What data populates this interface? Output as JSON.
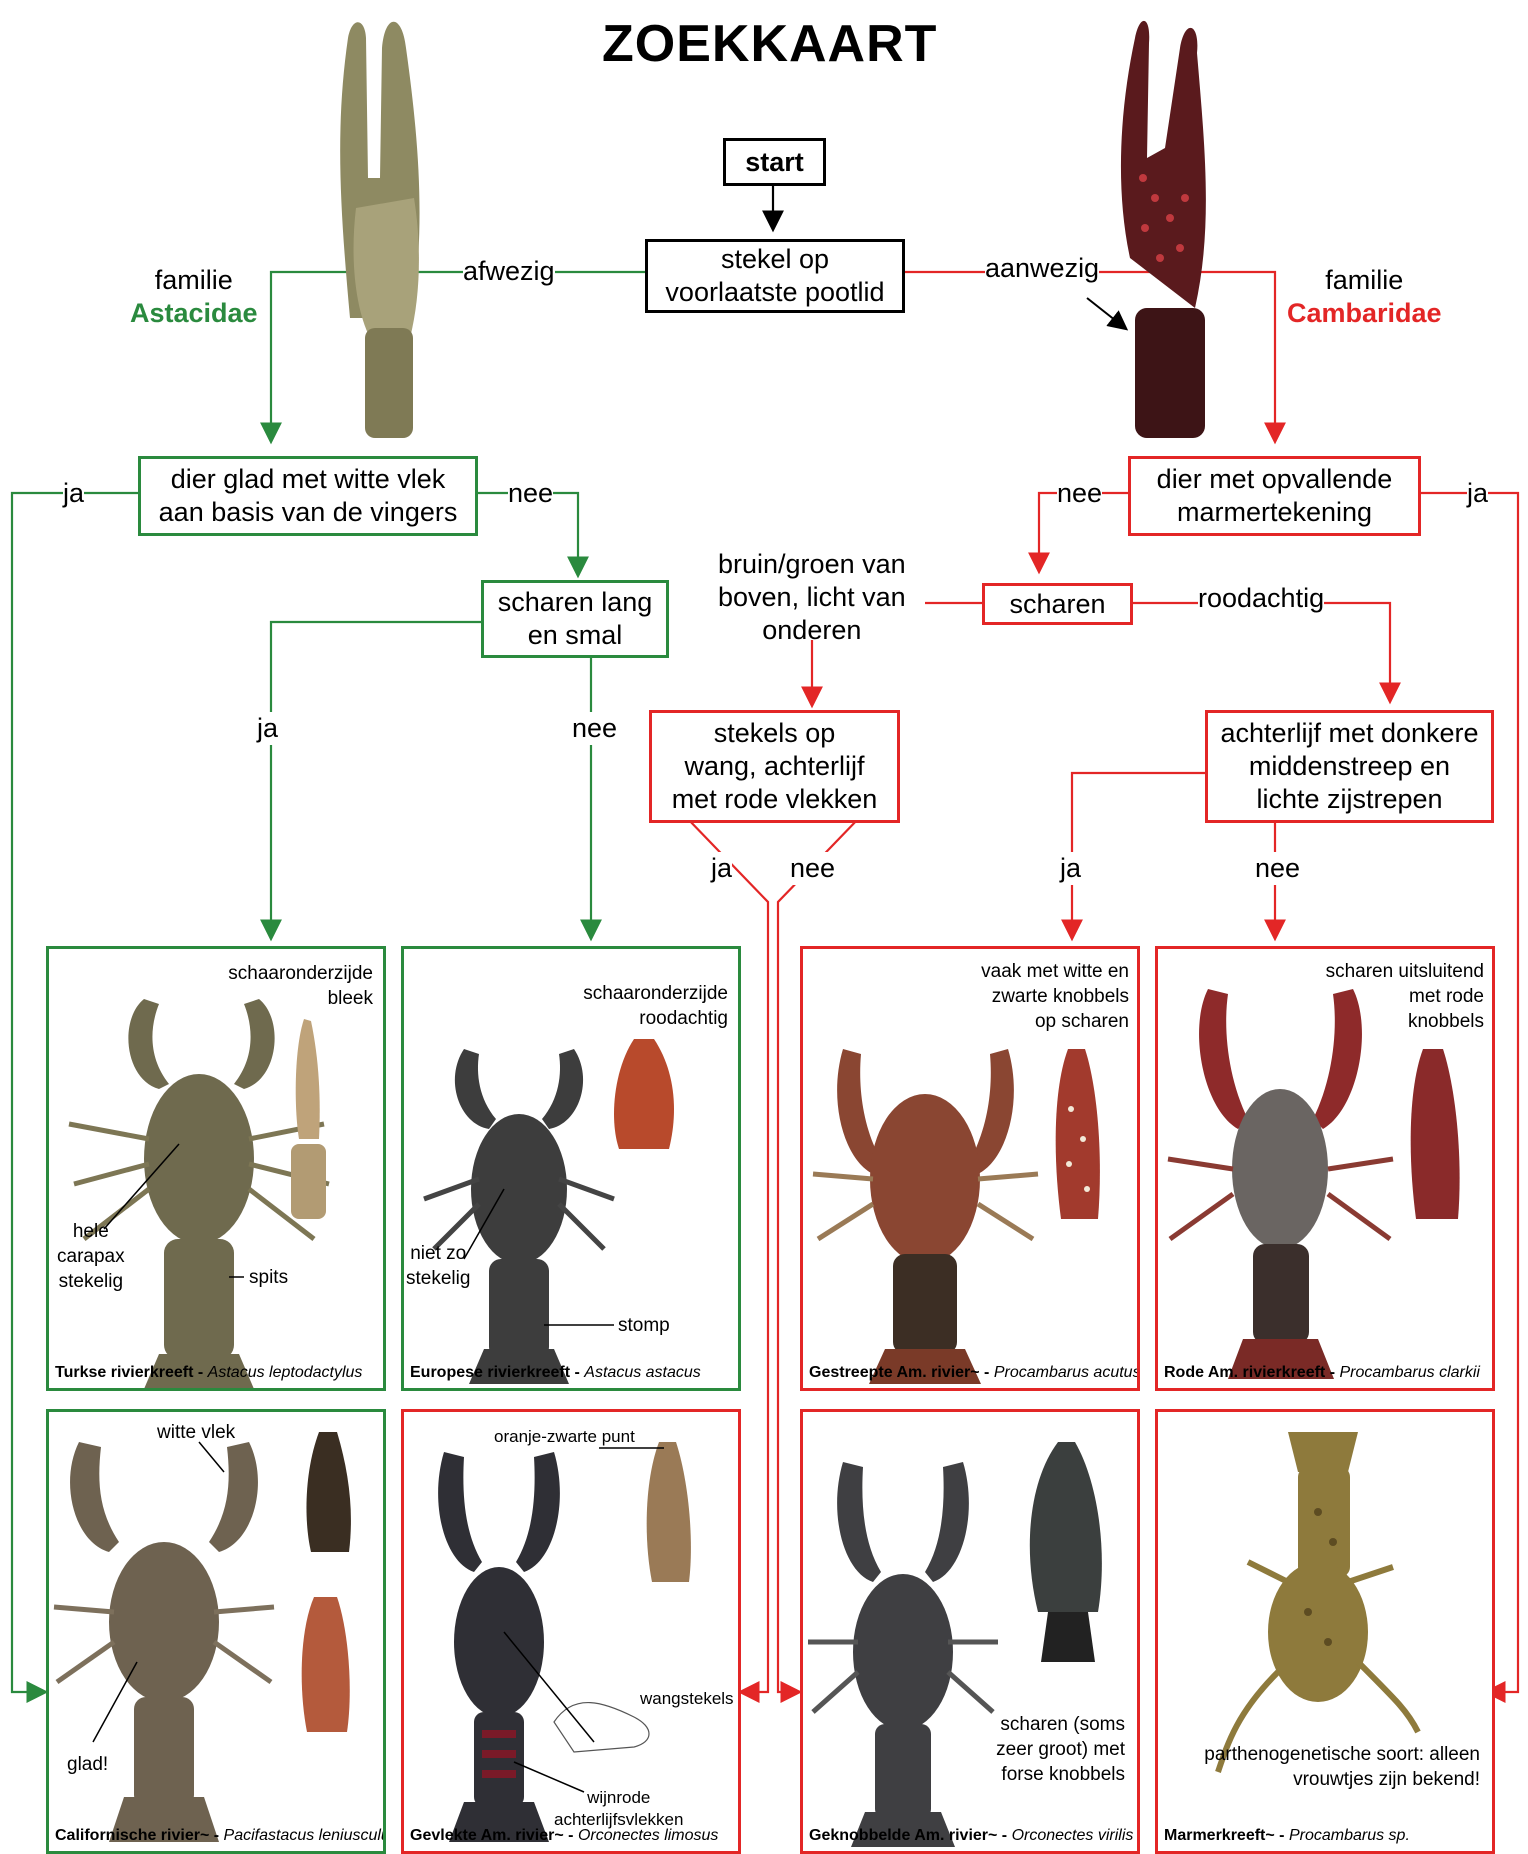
{
  "title": "ZOEKKAART",
  "start": {
    "label": "start",
    "question": [
      "stekel op",
      "voorlaatste pootlid"
    ]
  },
  "branch": {
    "absent": "afwezig",
    "present": "aanwezig"
  },
  "family_left": {
    "word": "familie",
    "name": "Astacidae"
  },
  "family_right": {
    "word": "familie",
    "name": "Cambaridae"
  },
  "q_left1": {
    "lines": [
      "dier glad met witte vlek",
      "aan basis van de vingers"
    ],
    "yes": "ja",
    "no": "nee"
  },
  "q_left2": {
    "lines": [
      "scharen lang",
      "en smal"
    ],
    "yes": "ja",
    "no": "nee"
  },
  "q_right1": {
    "lines": [
      "dier met opvallende",
      "marmertekening"
    ],
    "yes": "ja",
    "no": "nee"
  },
  "q_right2": {
    "label": "scharen",
    "option_left": [
      "bruin/groen van",
      "boven, licht van",
      "onderen"
    ],
    "option_right": "roodachtig"
  },
  "q_right3": {
    "lines": [
      "stekels op",
      "wang, achterlijf",
      "met rode vlekken"
    ],
    "yes": "ja",
    "no": "nee"
  },
  "q_right4": {
    "lines": [
      "achterlijf met donkere",
      "middenstreep en",
      "lichte zijstrepen"
    ],
    "yes": "ja",
    "no": "nee"
  },
  "panels": {
    "turkse": {
      "caption_common": "Turkse rivierkreeft",
      "caption_latin": "Astacus leptodactylus",
      "notes": {
        "claw_under": [
          "schaaronderzijde",
          "bleek"
        ],
        "carapax": [
          "hele",
          "carapax",
          "stekelig"
        ],
        "tip": "spits"
      }
    },
    "europese": {
      "caption_common": "Europese rivierkreeft",
      "caption_latin": "Astacus astacus",
      "notes": {
        "claw_under": [
          "schaaronderzijde",
          "roodachtig"
        ],
        "carapax": [
          "niet zo",
          "stekelig"
        ],
        "tip": "stomp"
      }
    },
    "gestreepte": {
      "caption_common": "Gestreepte Am. rivier~",
      "caption_latin": "Procambarus acutus",
      "notes": {
        "claw": [
          "vaak met witte en",
          "zwarte knobbels",
          "op scharen"
        ]
      }
    },
    "rode": {
      "caption_common": "Rode Am. rivierkreeft",
      "caption_latin": "Procambarus clarkii",
      "notes": {
        "claw": [
          "scharen uitsluitend",
          "met rode",
          "knobbels"
        ]
      }
    },
    "californische": {
      "caption_common": "Californische rivier~",
      "caption_latin": "Pacifastacus leniusculus",
      "notes": {
        "spot": "witte vlek",
        "smooth": "glad!"
      }
    },
    "gevlekte": {
      "caption_common": "Gevlekte Am. rivier~",
      "caption_latin": "Orconectes limosus",
      "notes": {
        "tip": "oranje-zwarte punt",
        "cheek": "wangstekels",
        "spots": [
          "wijnrode",
          "achterlijfsvlekken"
        ]
      }
    },
    "geknobbelde": {
      "caption_common": "Geknobbelde Am. rivier~",
      "caption_latin": "Orconectes virilis",
      "notes": {
        "claw": [
          "scharen (soms",
          "zeer groot) met",
          "forse knobbels"
        ]
      }
    },
    "marmer": {
      "caption_common": "Marmerkreeft~",
      "caption_latin": "Procambarus sp.",
      "notes": {
        "text": [
          "parthenogenetische soort: alleen",
          "vrouwtjes zijn bekend!"
        ]
      }
    }
  },
  "colors": {
    "astacidae": "#2a8a3e",
    "cambaridae": "#e32626",
    "frame": "#000000"
  }
}
